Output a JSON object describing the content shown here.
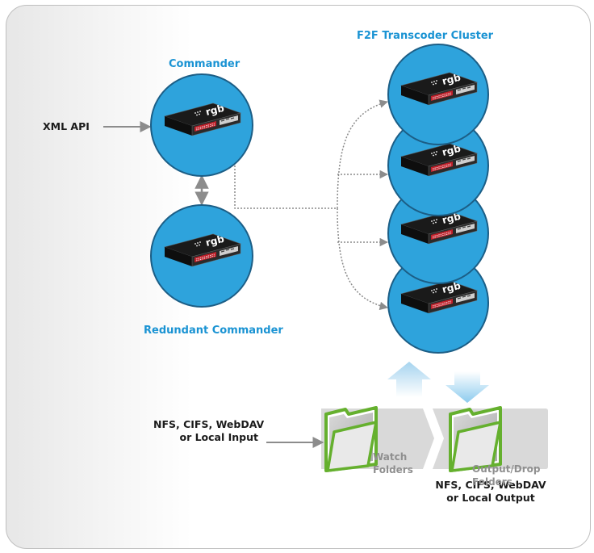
{
  "diagram": {
    "cluster_title": "F2F Transcoder Cluster",
    "commander_title": "Commander",
    "redundant_title": "Redundant Commander",
    "xml_api": "XML API",
    "input_label": [
      "NFS, CIFS, WebDAV",
      "or Local Input"
    ],
    "output_label": [
      "NFS, CIFS, WebDAV",
      "or Local Output"
    ],
    "watch_folders": [
      "Watch",
      "Folders"
    ],
    "output_folders": [
      "Output/Drop",
      "Folders"
    ],
    "device_logo": "rgb",
    "colors": {
      "circle_fill": "#2ea3dc",
      "circle_stroke": "#1c5e86",
      "title_blue": "#1a93d3",
      "arrow_grey": "#8c8c8c",
      "up_arrow": "#a6d4ef",
      "down_arrow": "#8ccbee",
      "folder_green": "#65b02e"
    },
    "icons": [
      "rgb-device-icon",
      "folder-icon",
      "arrow-icon"
    ]
  }
}
